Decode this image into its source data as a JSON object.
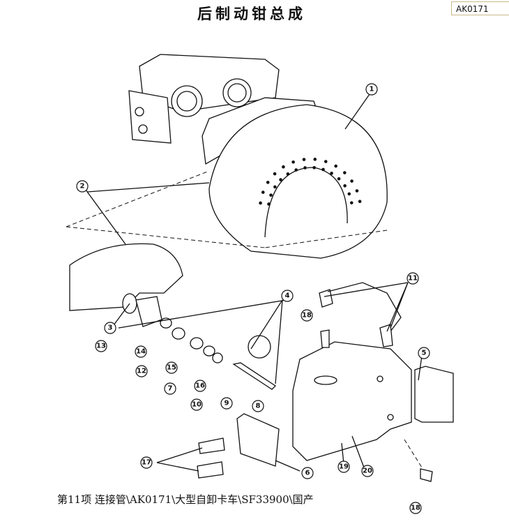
{
  "title": "后制动钳总成",
  "part_code": "AK0171",
  "caption": "第11项 连接管\\AK0171\\大型自卸卡车\\SF33900\\国产",
  "callouts": [
    "1",
    "2",
    "3",
    "13",
    "14",
    "12",
    "15",
    "7",
    "16",
    "10",
    "9",
    "8",
    "4",
    "18",
    "11",
    "5",
    "6",
    "17",
    "19",
    "20",
    "18"
  ]
}
